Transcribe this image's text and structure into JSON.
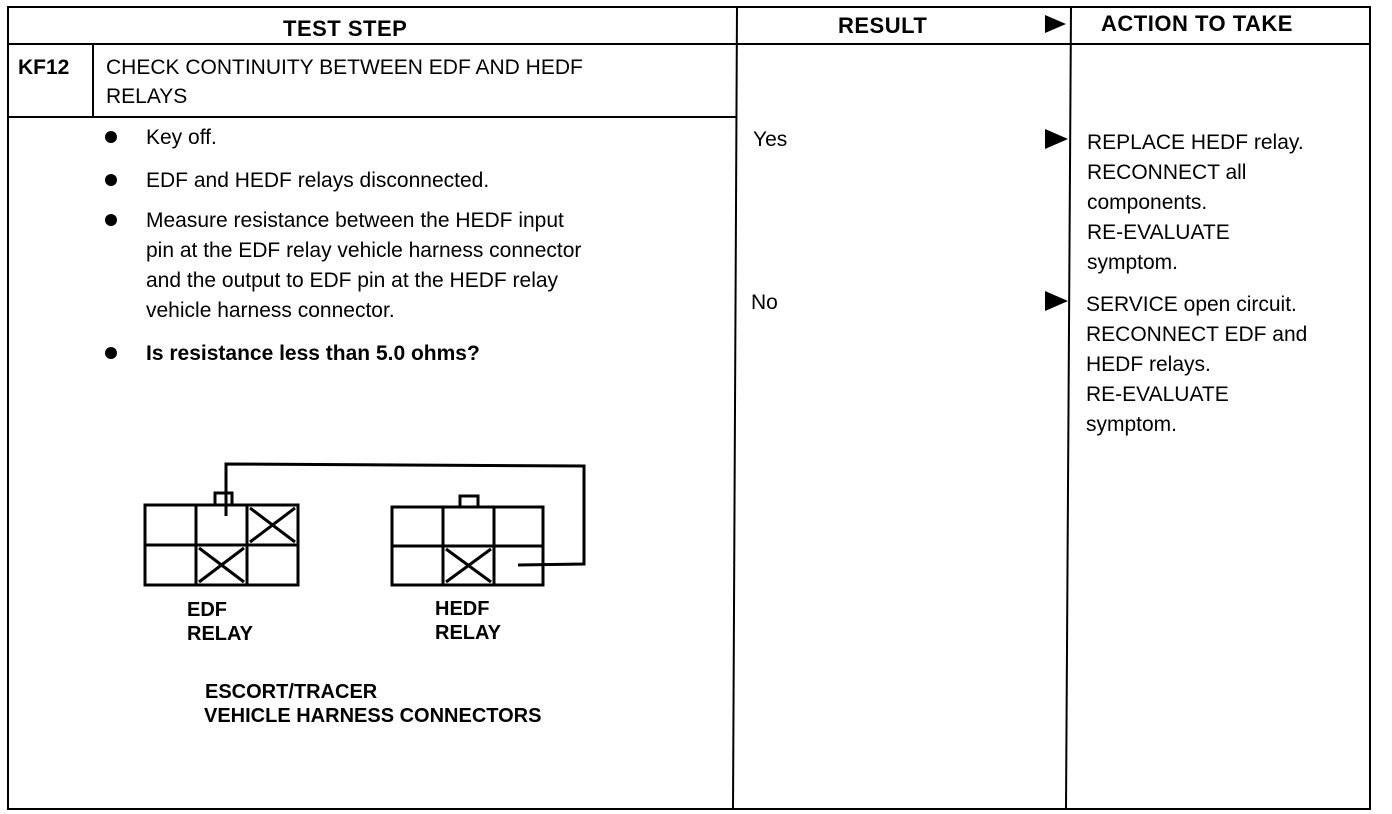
{
  "header": {
    "test_step": "TEST STEP",
    "result": "RESULT",
    "action": "ACTION TO TAKE"
  },
  "step": {
    "code": "KF12",
    "title_line1": "CHECK CONTINUITY BETWEEN EDF AND HEDF",
    "title_line2": "RELAYS"
  },
  "bullets": [
    {
      "lines": [
        "Key off."
      ]
    },
    {
      "lines": [
        "EDF and HEDF relays disconnected."
      ]
    },
    {
      "lines": [
        "Measure resistance between the HEDF input",
        "pin at the EDF relay vehicle harness connector",
        "and the output to EDF pin at the HEDF relay",
        "vehicle harness connector."
      ]
    },
    {
      "lines": [
        "Is resistance less than 5.0 ohms?"
      ]
    }
  ],
  "results": [
    {
      "label": "Yes",
      "action": "REPLACE HEDF relay.\nRECONNECT all\ncomponents.\nRE-EVALUATE\nsymptom."
    },
    {
      "label": "No",
      "action": "SERVICE open circuit.\nRECONNECT EDF and\nHEDF relays.\nRE-EVALUATE\nsymptom."
    }
  ],
  "diagram": {
    "edf_label_1": "EDF",
    "edf_label_2": "RELAY",
    "hedf_label_1": "HEDF",
    "hedf_label_2": "RELAY",
    "caption_1": "ESCORT/TRACER",
    "caption_2": "VEHICLE HARNESS CONNECTORS"
  }
}
